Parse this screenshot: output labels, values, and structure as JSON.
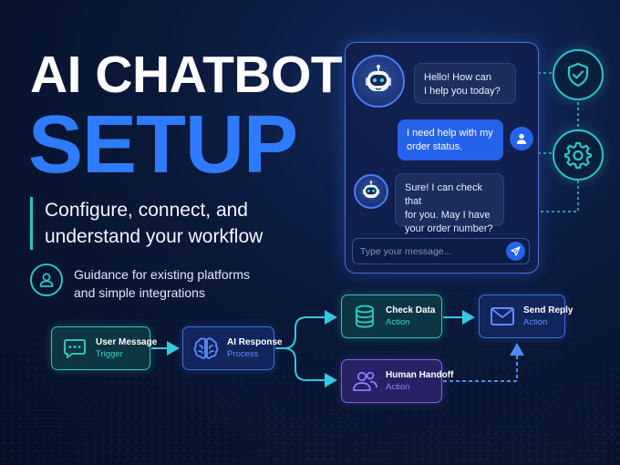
{
  "headline": {
    "line1": "AI CHATBOT",
    "line2": "SETUP"
  },
  "subtitle": {
    "line1": "Configure, connect, and",
    "line2": "understand your workflow"
  },
  "guidance": {
    "line1": "Guidance for existing platforms",
    "line2": "and simple integrations"
  },
  "chat": {
    "messages": [
      {
        "sender": "bot",
        "lines": [
          "Hello! How can",
          "I help you today?"
        ]
      },
      {
        "sender": "user",
        "lines": [
          "I need help with my",
          "order status."
        ]
      },
      {
        "sender": "bot",
        "lines": [
          "Sure! I can check that",
          "for you. May I have",
          "your order number?"
        ]
      }
    ],
    "input_placeholder": "Type your message..."
  },
  "side_icons": [
    "shield-check-icon",
    "gear-icon"
  ],
  "workflow": {
    "user_message": {
      "label": "User Message",
      "sub": "Trigger"
    },
    "ai_response": {
      "label": "AI Response",
      "sub": "Process"
    },
    "check_data": {
      "label": "Check Data",
      "sub": "Action"
    },
    "human_handoff": {
      "label": "Human Handoff",
      "sub": "Action"
    },
    "send_reply": {
      "label": "Send Reply",
      "sub": "Action"
    }
  },
  "colors": {
    "background": "#0a1838",
    "accent_blue": "#2f7bff",
    "accent_teal": "#2ec4c6",
    "accent_purple": "#7a62e6"
  }
}
